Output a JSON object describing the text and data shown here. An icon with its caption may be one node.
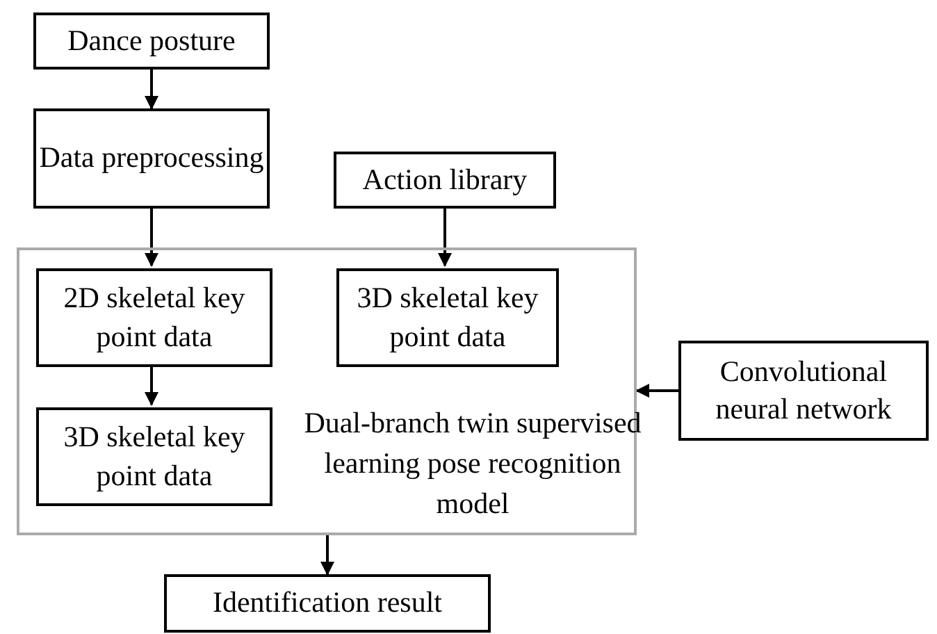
{
  "diagram": {
    "nodes": [
      {
        "text": [
          "Dance posture"
        ]
      },
      {
        "text": [
          "Data preprocessing"
        ]
      },
      {
        "text": [
          "Action library"
        ]
      },
      {
        "text": [
          "Dual-branch twin supervised learning pose recognition model"
        ]
      },
      {
        "text": [
          "2D skeletal key point data"
        ],
        "in": 3
      },
      {
        "text": [
          "3D skeletal key point data"
        ],
        "in": 3
      },
      {
        "text": [
          "3D skeletal key point data"
        ],
        "in": 3
      },
      {
        "text": [
          "Convolutional neural network"
        ]
      },
      {
        "text": [
          "Identification result"
        ]
      }
    ],
    "edges": [
      {
        "from": 0,
        "to": 1,
        "arrow": "to"
      },
      {
        "from": 1,
        "to": 4,
        "arrow": "to"
      },
      {
        "from": 2,
        "to": 6,
        "arrow": "to"
      },
      {
        "from": 4,
        "to": 5,
        "arrow": "to"
      },
      {
        "from": 7,
        "to": 3,
        "arrow": "to"
      },
      {
        "from": 3,
        "to": 8,
        "arrow": "to"
      }
    ]
  }
}
